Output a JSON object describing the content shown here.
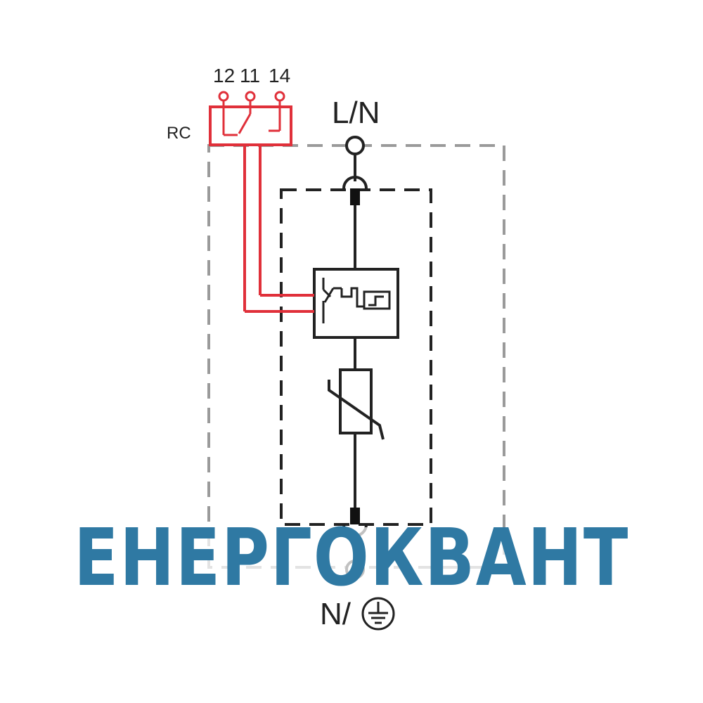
{
  "diagram": {
    "terminals": {
      "top": "L/N",
      "bottom": "N/",
      "aux_contacts": [
        "12",
        "11",
        "14"
      ],
      "rc_label": "RC"
    },
    "watermark": "ЕНЕРГОКВАНТ",
    "colors": {
      "wire": "#222222",
      "remote_contact": "#e0303a",
      "outer_enclosure": "#9a9a9a",
      "inner_module": "#222222",
      "watermark": "#2f79a3"
    },
    "icons": [
      "earth-ground-icon",
      "varistor-icon",
      "thermal-disconnector-icon",
      "changeover-contact-icon"
    ]
  }
}
